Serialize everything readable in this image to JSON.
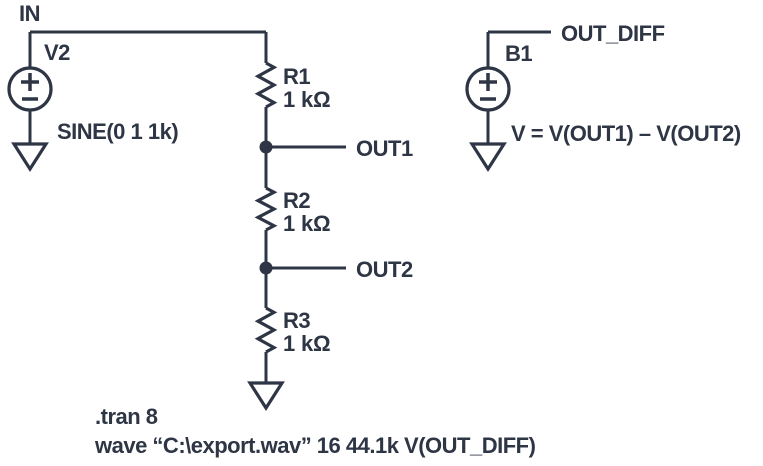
{
  "figure": {
    "background": "#ffffff",
    "ink": "#2e3544",
    "nodes": {
      "in": "IN",
      "out1": "OUT1",
      "out2": "OUT2",
      "out_diff": "OUT_DIFF"
    },
    "components": {
      "v2": {
        "ref": "V2",
        "value": "SINE(0 1 1k)",
        "type": "voltage-source"
      },
      "r1": {
        "ref": "R1",
        "value": "1 kΩ",
        "type": "resistor"
      },
      "r2": {
        "ref": "R2",
        "value": "1 kΩ",
        "type": "resistor"
      },
      "r3": {
        "ref": "R3",
        "value": "1 kΩ",
        "type": "resistor"
      },
      "b1": {
        "ref": "B1",
        "value": "V = V(OUT1) – V(OUT2)",
        "type": "behavioral-voltage-source"
      }
    },
    "directives": {
      "tran": ".tran 8",
      "wave": "wave “C:\\export.wav” 16 44.1k V(OUT_DIFF)"
    }
  }
}
